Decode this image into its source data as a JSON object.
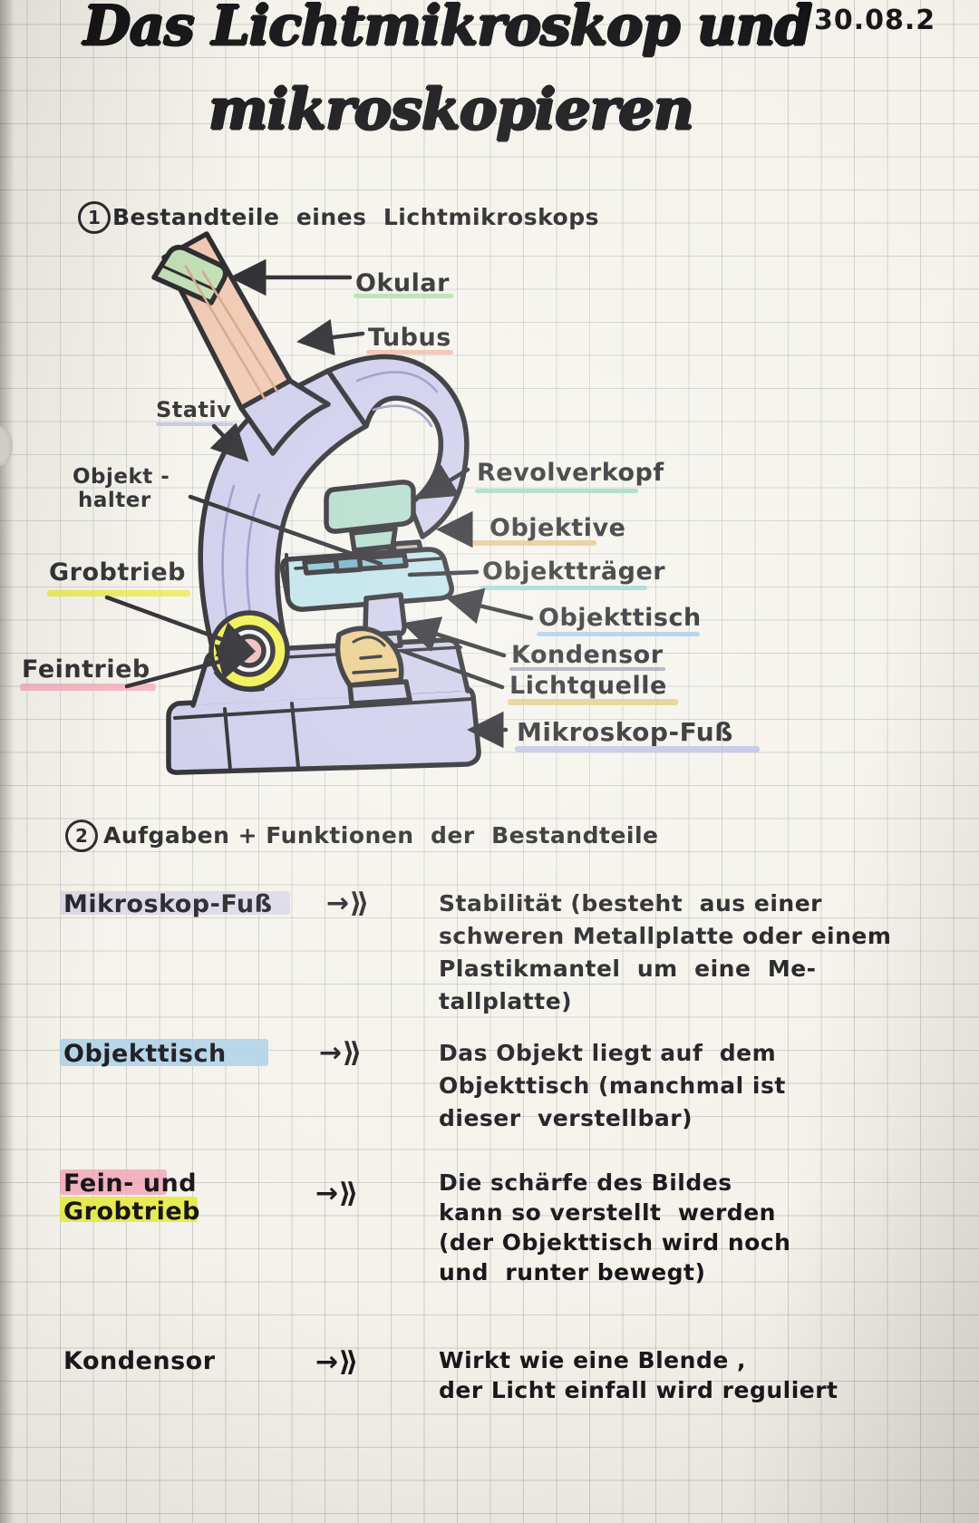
{
  "page": {
    "title_line1": "Das Lichtmikroskop und",
    "title_line2": "mikroskopieren",
    "date": "30.08.2",
    "paper": "graph-paper",
    "ink_color": "#17161a",
    "paper_color": "#f4f2ea"
  },
  "section1": {
    "number": "1",
    "heading": "Bestandteile  eines  Lichtmikroskops",
    "labels": [
      {
        "id": "okular",
        "text": "Okular",
        "highlight": "#a9dda0",
        "marker": "underline"
      },
      {
        "id": "tubus",
        "text": "Tubus",
        "highlight": "#f0b49a",
        "marker": "underline"
      },
      {
        "id": "stativ",
        "text": "Stativ",
        "highlight": "#b9bce3",
        "marker": "underline"
      },
      {
        "id": "objekthalter1",
        "text": "Objekt -",
        "highlight": "none",
        "marker": "none"
      },
      {
        "id": "objekthalter2",
        "text": "halter",
        "highlight": "none",
        "marker": "none"
      },
      {
        "id": "grobtrieb",
        "text": "Grobtrieb",
        "highlight": "#e8ea3c",
        "marker": "underline"
      },
      {
        "id": "feintrieb",
        "text": "Feintrieb",
        "highlight": "#f3a7b8",
        "marker": "underline"
      },
      {
        "id": "revolverkopf",
        "text": "Revolverkopf",
        "highlight": "#8fd6b4",
        "marker": "underline"
      },
      {
        "id": "objektive",
        "text": "Objektive",
        "highlight": "#e6bd7a",
        "marker": "underline"
      },
      {
        "id": "objekttraeger",
        "text": "Objektträger",
        "highlight": "#8ed3d1",
        "marker": "underline"
      },
      {
        "id": "objekttisch",
        "text": "Objekttisch",
        "highlight": "#9cc7e8",
        "marker": "underline"
      },
      {
        "id": "kondensor",
        "text": "Kondensor",
        "highlight": "#9e9bb5",
        "marker": "underline"
      },
      {
        "id": "lichtquelle",
        "text": "Lichtquelle",
        "highlight": "#e3c878",
        "marker": "underline"
      },
      {
        "id": "mikroskopfuss",
        "text": "Mikroskop-Fuß",
        "highlight": "#b9bce3",
        "marker": "underline"
      }
    ]
  },
  "section2": {
    "number": "2",
    "heading": "Aufgaben + Funktionen  der  Bestandteile",
    "arrow": "→⟫",
    "rows": [
      {
        "term": "Mikroskop-Fuß",
        "term_highlight": "#d6d4e6",
        "arrow": "→⟫",
        "description_lines": [
          "Stabilität (besteht  aus einer",
          "schweren Metallplatte oder einem",
          "Plastikmantel  um  eine  Me-",
          "tallplatte)"
        ]
      },
      {
        "term": "Objekttisch",
        "term_highlight": "#a9cfe8",
        "arrow": "→⟫",
        "description_lines": [
          "Das Objekt liegt auf  dem",
          "Objekttisch (manchmal ist",
          "dieser  verstellbar)"
        ]
      },
      {
        "term": "Fein- und",
        "term2": "Grobtrieb",
        "term_highlight": "#f3a7b8",
        "term2_highlight": "#e8ea3c",
        "arrow": "→⟫",
        "description_lines": [
          "Die schärfe des Bildes",
          "kann so verstellt  werden",
          "(der Objekttisch wird noch",
          "und  runter bewegt)"
        ]
      },
      {
        "term": "Kondensor",
        "term_highlight": "none",
        "arrow": "→⟫",
        "description_lines": [
          "Wirkt wie eine Blende ,",
          "der Licht einfall wird reguliert"
        ]
      }
    ]
  },
  "diagram": {
    "name": "light-microscope-drawing",
    "colors": {
      "body": "#c9c8ea",
      "eyepiece": "#bcdcae",
      "tube": "#efc3a9",
      "revolver": "#a8d8c4",
      "stage": "#b7e0e8",
      "lamp": "#e8c87c",
      "coarse_knob": "#eeee3c",
      "knob_center": "#edb5b5",
      "outline": "#121116"
    }
  }
}
